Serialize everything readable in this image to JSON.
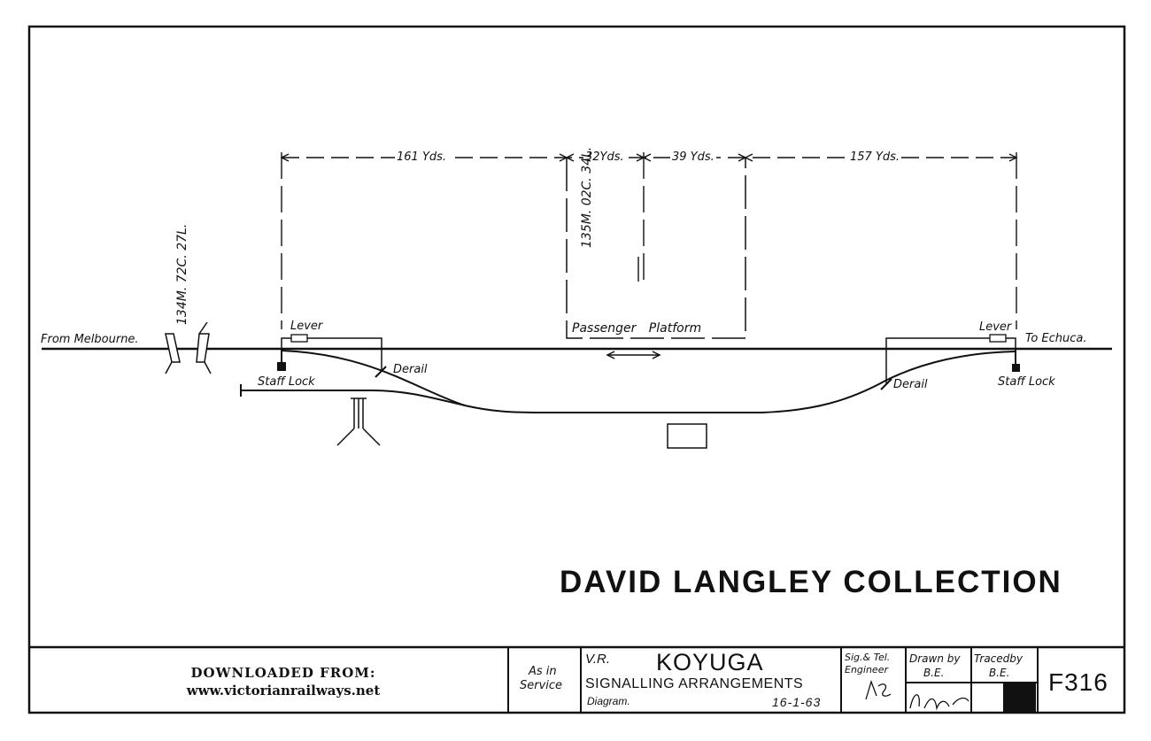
{
  "diagram": {
    "from_label": "From Melbourne.",
    "to_label": "To Echuca.",
    "distance_left": "161 Yds.",
    "distance_mid_left": "32Yds.",
    "distance_mid_right": "39 Yds.",
    "distance_right": "157 Yds.",
    "mileage_station": "135M. 02C. 34L.",
    "mileage_home": "134M. 72C. 27L.",
    "platform_label": "Passenger Platform",
    "lever_left": "Lever",
    "lever_right": "Lever",
    "derail_left": "Derail",
    "derail_right": "Derail",
    "staff_lock_left": "Staff Lock",
    "staff_lock_right": "Staff Lock"
  },
  "watermark": "DAVID LANGLEY COLLECTION",
  "title_block": {
    "download_line1": "DOWNLOADED FROM:",
    "download_line2": "www.victorianrailways.net",
    "status_line1": "As in",
    "status_line2": "Service",
    "railway": "V.R.",
    "station": "KOYUGA",
    "subject": "SIGNALLING ARRANGEMENTS",
    "kind": "Diagram.",
    "date": "16-1-63",
    "engineer_header": "Sig.& Tel. Engineer",
    "drawn_by_header": "Drawn by",
    "drawn_by": "B.E.",
    "traced_by_header": "Tracedby",
    "traced_by": "B.E.",
    "drawing_number": "F316"
  }
}
